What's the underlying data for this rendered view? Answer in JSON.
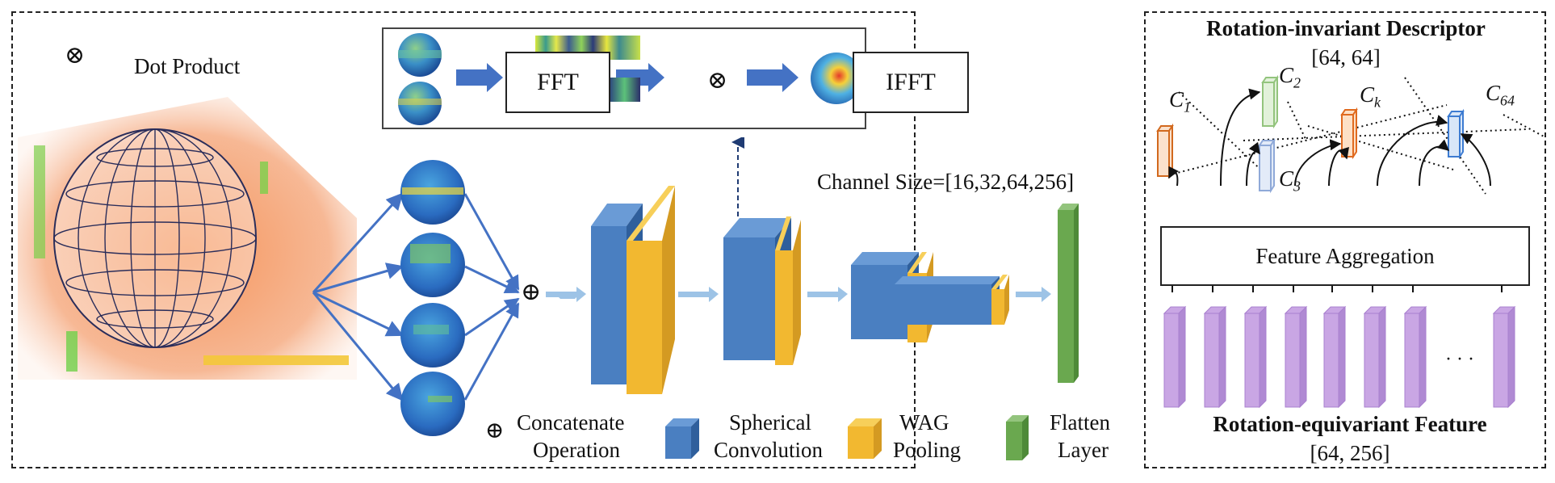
{
  "left_panel": {
    "dot_product_legend": {
      "symbol": "⊗",
      "label": "Dot Product"
    },
    "fft_box": "FFT",
    "ifft_box": "IFFT",
    "channel_size": "Channel Size=[16,32,64,256]",
    "legend": {
      "concatenate_symbol": "⊕",
      "concatenate_line1": "Concatenate",
      "concatenate_line2": "Operation",
      "spherical_line1": "Spherical",
      "spherical_line2": "Convolution",
      "wag_line1": "WAG",
      "wag_line2": "Pooling",
      "flatten_line1": "Flatten",
      "flatten_line2": "Layer"
    }
  },
  "right_panel": {
    "descriptor_title": "Rotation-invariant Descriptor",
    "descriptor_shape": "[64, 64]",
    "channel_labels": [
      "C",
      "C",
      "C",
      "C",
      "C"
    ],
    "channel_subscripts": [
      "1",
      "2",
      "k",
      "64",
      "3"
    ],
    "aggregation_box": "Feature Aggregation",
    "ellipsis": "· · ·",
    "feature_title": "Rotation-equivariant Feature",
    "feature_shape": "[64, 256]"
  },
  "colors": {
    "conv_blue": "#4a7fc1",
    "pool_yellow": "#f2b830",
    "flatten_green": "#6aa84f",
    "feature_purple": "#c9a6e4",
    "arrow_blue": "#4472c4",
    "light_arrow": "#9dc3e6",
    "point_cloud": "#f07e3e"
  }
}
